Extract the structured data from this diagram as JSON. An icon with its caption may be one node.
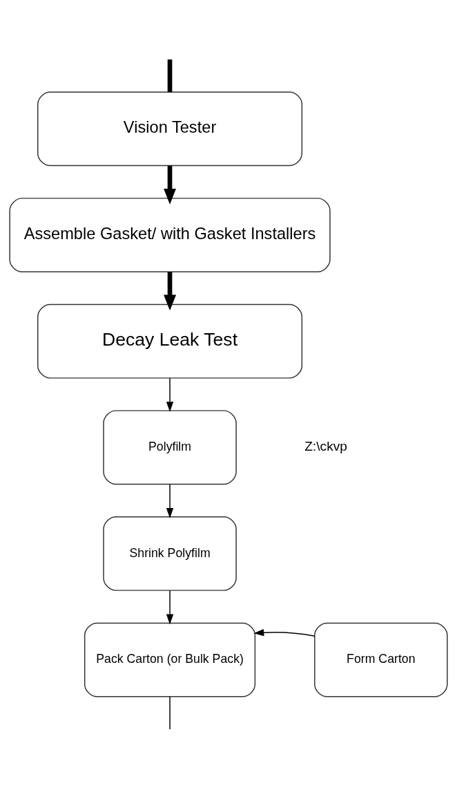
{
  "diagram": {
    "nodes": [
      {
        "text": [
          "Vision Tester"
        ]
      },
      {
        "text": [
          "Assemble Gasket/ with Gasket Installers"
        ]
      },
      {
        "text": [
          "Decay Leak Test"
        ]
      },
      {
        "text": [
          "Polyfilm"
        ]
      },
      {
        "text": [
          "Shrink Polyfilm"
        ]
      },
      {
        "text": [
          "Pack Carton (or Bulk Pack)"
        ]
      },
      {
        "text": [
          "Form Carton"
        ]
      }
    ],
    "edges": [
      {
        "from": null,
        "to": 0,
        "arrow": "none",
        "style": "thick"
      },
      {
        "from": 0,
        "to": 1,
        "arrow": "to",
        "style": "thick"
      },
      {
        "from": 1,
        "to": 2,
        "arrow": "to",
        "style": "thick"
      },
      {
        "from": 2,
        "to": 3,
        "arrow": "to"
      },
      {
        "from": 3,
        "to": 4,
        "arrow": "to"
      },
      {
        "from": 4,
        "to": 5,
        "arrow": "to"
      },
      {
        "from": 6,
        "to": 5,
        "arrow": "to"
      },
      {
        "from": 5,
        "to": null,
        "arrow": "none"
      }
    ],
    "labels": [
      "Z:\\ckvp"
    ]
  }
}
